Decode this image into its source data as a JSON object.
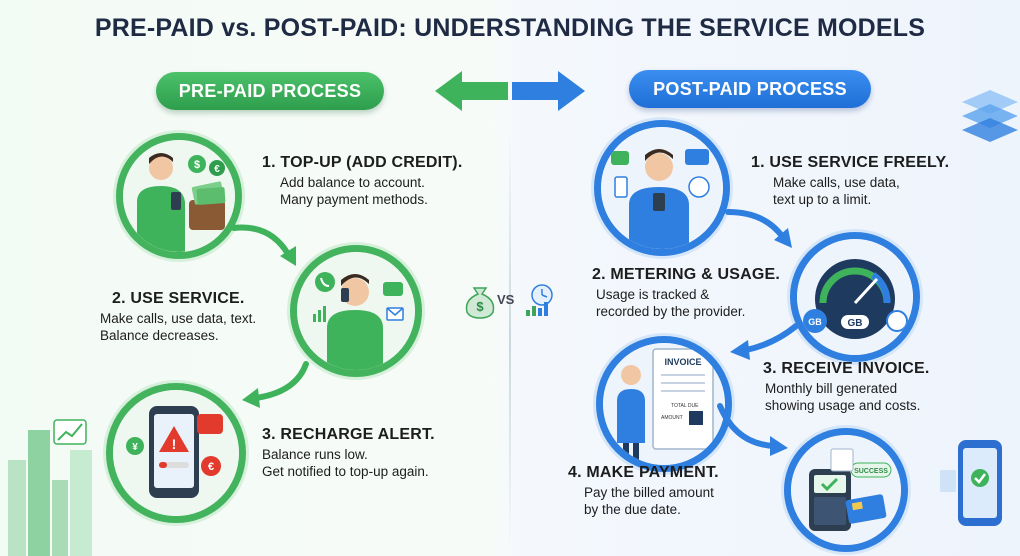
{
  "title": "PRE-PAID vs. POST-PAID: UNDERSTANDING THE SERVICE MODELS",
  "prepaid": {
    "label": "PRE-PAID PROCESS",
    "steps": [
      {
        "heading": "1. TOP-UP (ADD CREDIT).",
        "lines": [
          "Add balance to account.",
          "Many payment methods."
        ]
      },
      {
        "heading": "2. USE SERVICE.",
        "lines": [
          "Make calls, use data, text.",
          "Balance decreases."
        ]
      },
      {
        "heading": "3. RECHARGE ALERT.",
        "lines": [
          "Balance runs low.",
          "Get notified to top-up again."
        ]
      }
    ]
  },
  "postpaid": {
    "label": "POST-PAID PROCESS",
    "steps": [
      {
        "heading": "1. USE SERVICE FREELY.",
        "lines": [
          "Make calls, use data,",
          "text up to a limit."
        ]
      },
      {
        "heading": "2. METERING & USAGE.",
        "lines": [
          "Usage is tracked &",
          "recorded by the provider."
        ]
      },
      {
        "heading": "3. RECEIVE INVOICE.",
        "lines": [
          "Monthly bill generated",
          "showing usage and costs."
        ]
      },
      {
        "heading": "4. MAKE PAYMENT.",
        "lines": [
          "Pay the billed amount",
          "by the due date."
        ]
      }
    ]
  },
  "center": {
    "vs": "VS",
    "left_icon": "money-bag-icon",
    "right_icon": "clock-chart-icon"
  },
  "illustration_text": {
    "invoice_title": "INVOICE",
    "total_due": "TOTAL DUE",
    "amount": "AMOUNT",
    "gauge_left": "GB",
    "gauge_center": "GB",
    "success": "SUCCESS"
  },
  "colors": {
    "green": "#43b35e",
    "blue": "#2f7fe0",
    "title": "#1f2b44"
  }
}
